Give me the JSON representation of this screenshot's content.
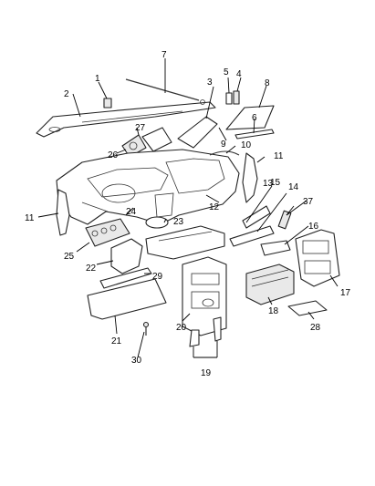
{
  "callouts": {
    "c1": "1",
    "c2": "2",
    "c3": "3",
    "c4": "4",
    "c5": "5",
    "c6": "6",
    "c7": "7",
    "c8": "8",
    "c9": "9",
    "c10": "10",
    "c11a": "11",
    "c11b": "11",
    "c12": "12",
    "c13": "13",
    "c14": "14",
    "c15": "15",
    "c16": "16",
    "c17": "17",
    "c18": "18",
    "c19": "19",
    "c20": "20",
    "c21": "21",
    "c22": "22",
    "c23": "23",
    "c24": "24",
    "c25": "25",
    "c26": "26",
    "c27": "27",
    "c28": "28",
    "c29": "29",
    "c30": "30",
    "c37": "37"
  }
}
